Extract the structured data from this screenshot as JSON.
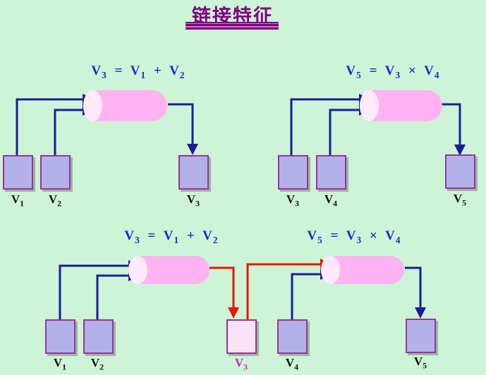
{
  "title": "链接特征",
  "top_left": {
    "formula": "V3 = V1 + V2",
    "input1": "V1",
    "input2": "V2",
    "output": "V3"
  },
  "top_right": {
    "formula": "V5 = V3 × V4",
    "input1": "V3",
    "input2": "V4",
    "output": "V5"
  },
  "bottom": {
    "formula_add": "V3 = V1 + V2",
    "formula_mul": "V5 = V3 × V4",
    "input1": "V1",
    "input2": "V2",
    "intermediate": "V3",
    "input3": "V4",
    "output": "V5"
  },
  "colors": {
    "background": "#cdf4d6",
    "title": "#800080",
    "formula_text": "#2626cc",
    "connector_blue": "#1c1c99",
    "connector_red": "#e81500",
    "pipe_fill": "#ffb3f0",
    "pipe_cap": "#ffe9fc",
    "box_fill": "#b4b1ea",
    "box_border": "#993399",
    "box_highlight_fill": "#fbe3f7",
    "label_text": "#111111",
    "label_highlight": "#bb2fbb"
  }
}
